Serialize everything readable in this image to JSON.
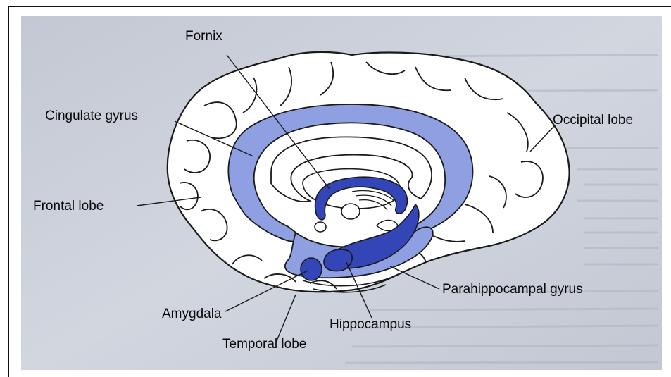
{
  "figure": {
    "labels": {
      "fornix": "Fornix",
      "cingulate_gyrus": "Cingulate gyrus",
      "occipital_lobe": "Occipital lobe",
      "frontal_lobe": "Frontal lobe",
      "amygdala": "Amygdala",
      "hippocampus": "Hippocampus",
      "parahippocampal_gyrus": "Parahippocampal gyrus",
      "temporal_lobe": "Temporal lobe"
    },
    "colors": {
      "limbic_light": "#8fa0e2",
      "limbic_dark": "#3445b8",
      "page_background": "#c9ced9",
      "outline": "#1a1a1a"
    }
  }
}
